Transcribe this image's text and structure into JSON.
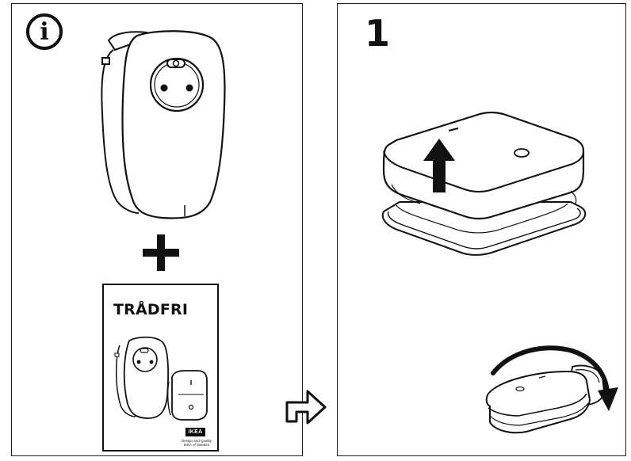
{
  "left_panel": {
    "info_icon_glyph": "i",
    "plus_icon": "plus-icon",
    "booklet": {
      "title": "TRÅDFRI",
      "logo": "IKEA",
      "caption_line1": "Design and Quality",
      "caption_line2": "IKEA of Sweden"
    }
  },
  "right_panel": {
    "step_number": "1",
    "arrows": [
      "up-arrow-icon",
      "curved-arrow-icon"
    ]
  },
  "between_panels": {
    "next_arrow_icon": "next-arrow-icon"
  }
}
